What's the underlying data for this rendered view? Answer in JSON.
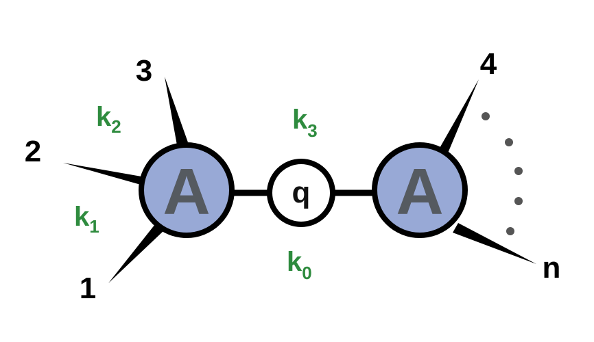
{
  "colors": {
    "vertex_fill": "#98a9d6",
    "stroke": "#000000",
    "momentum_label": "#2e8b3e",
    "dots": "#555555"
  },
  "vertices": {
    "left": {
      "label": "A"
    },
    "right": {
      "label": "A"
    }
  },
  "propagator": {
    "label": "q"
  },
  "legs": {
    "leg1": "1",
    "leg2": "2",
    "leg3": "3",
    "leg4": "4",
    "legn": "n"
  },
  "momenta": {
    "k2": {
      "base": "k",
      "sub": "2"
    },
    "k1": {
      "base": "k",
      "sub": "1"
    },
    "k3": {
      "base": "k",
      "sub": "3"
    },
    "k0": {
      "base": "k",
      "sub": "0"
    }
  }
}
